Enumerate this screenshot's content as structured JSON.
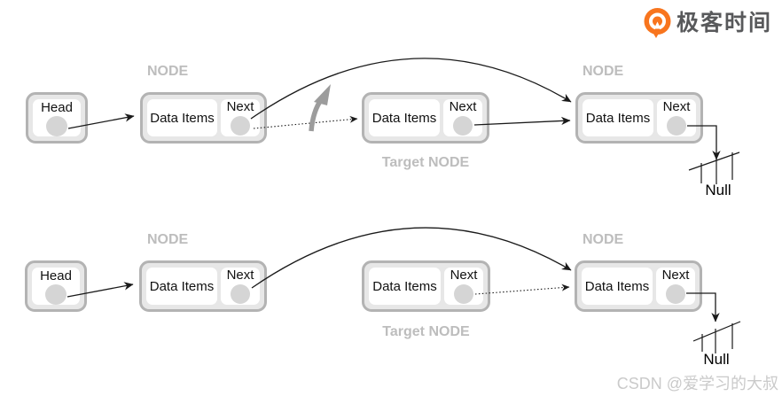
{
  "logo": {
    "text": "极客时间"
  },
  "watermark": {
    "text": "CSDN @爱学习的大叔"
  },
  "labels": {
    "node": "NODE",
    "target_node": "Target NODE",
    "head": "Head",
    "data_items": "Data Items",
    "next": "Next",
    "null": "Null"
  },
  "colors": {
    "brand_orange": "#F8751E",
    "box_border_gray": "#b3b3b3",
    "box_fill_gray": "#e7e7e7",
    "inner_cell_white": "#ffffff",
    "pointer_circle_gray": "#d5d5d5",
    "label_gray": "#bdbdbd",
    "arrow_black": "#1a1a1a",
    "annotation_gray": "#9c9c9c",
    "watermark_gray": "#cacaca",
    "logo_text_gray": "#58595b"
  },
  "diagram": {
    "type": "linked-list-node-deletion",
    "rows": [
      {
        "step": "before-unlink",
        "nodes": [
          "Head",
          "NODE",
          "Target NODE",
          "NODE"
        ],
        "links": [
          "head -> node1 (solid)",
          "node1.next -> node3 (new curved link)",
          "node1.next -> target (old dotted link)",
          "target.next -> node3 (solid)",
          "node3.next -> Null"
        ],
        "annotation": "gray swoosh arrow marking pointer change"
      },
      {
        "step": "after-unlink",
        "nodes": [
          "Head",
          "NODE",
          "Target NODE",
          "NODE"
        ],
        "links": [
          "head -> node1 (solid)",
          "node1.next -> node3 (curved link)",
          "target.next -> node3 (dotted, detached)",
          "node3.next -> Null"
        ]
      }
    ]
  }
}
